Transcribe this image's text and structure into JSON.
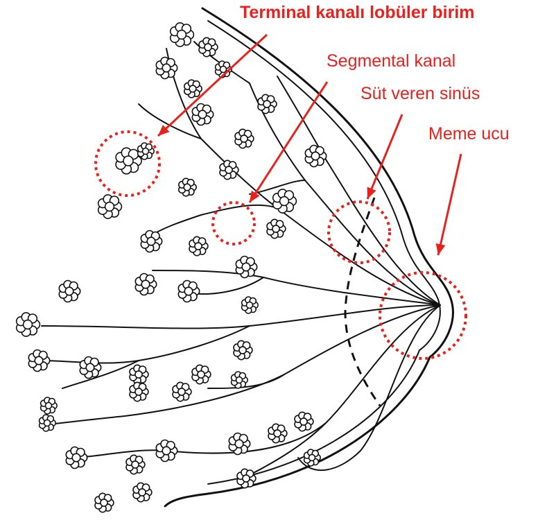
{
  "labels": {
    "terminal": "Terminal kanalı lobüler birim",
    "segmental": "Segmental kanal",
    "sinus": "Süt veren sinüs",
    "nipple": "Meme ucu"
  },
  "colors": {
    "annotation": "#e8211d",
    "line": "#111111",
    "background": "#ffffff"
  }
}
